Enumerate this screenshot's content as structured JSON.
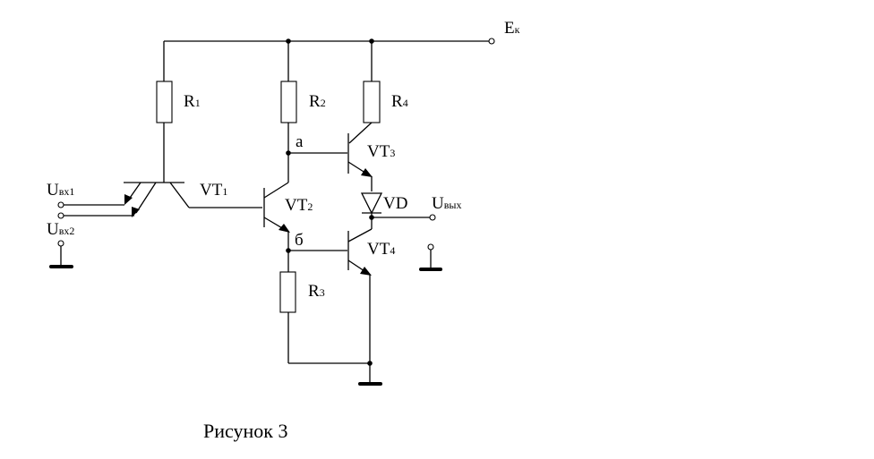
{
  "supply": {
    "main": "E",
    "sub": "к"
  },
  "resistors": [
    {
      "main": "R",
      "sub": "1"
    },
    {
      "main": "R",
      "sub": "2"
    },
    {
      "main": "R",
      "sub": "3"
    },
    {
      "main": "R",
      "sub": "4"
    }
  ],
  "transistors": [
    {
      "main": "VT",
      "sub": "1"
    },
    {
      "main": "VT",
      "sub": "2"
    },
    {
      "main": "VT",
      "sub": "3"
    },
    {
      "main": "VT",
      "sub": "4"
    }
  ],
  "diode": "VD",
  "nodes": {
    "a": "а",
    "b": "б"
  },
  "inputs": [
    {
      "main": "U",
      "sub": "вх1"
    },
    {
      "main": "U",
      "sub": "вх2"
    }
  ],
  "output": {
    "main": "U",
    "sub": "вых"
  },
  "caption": "Рисунок 3"
}
